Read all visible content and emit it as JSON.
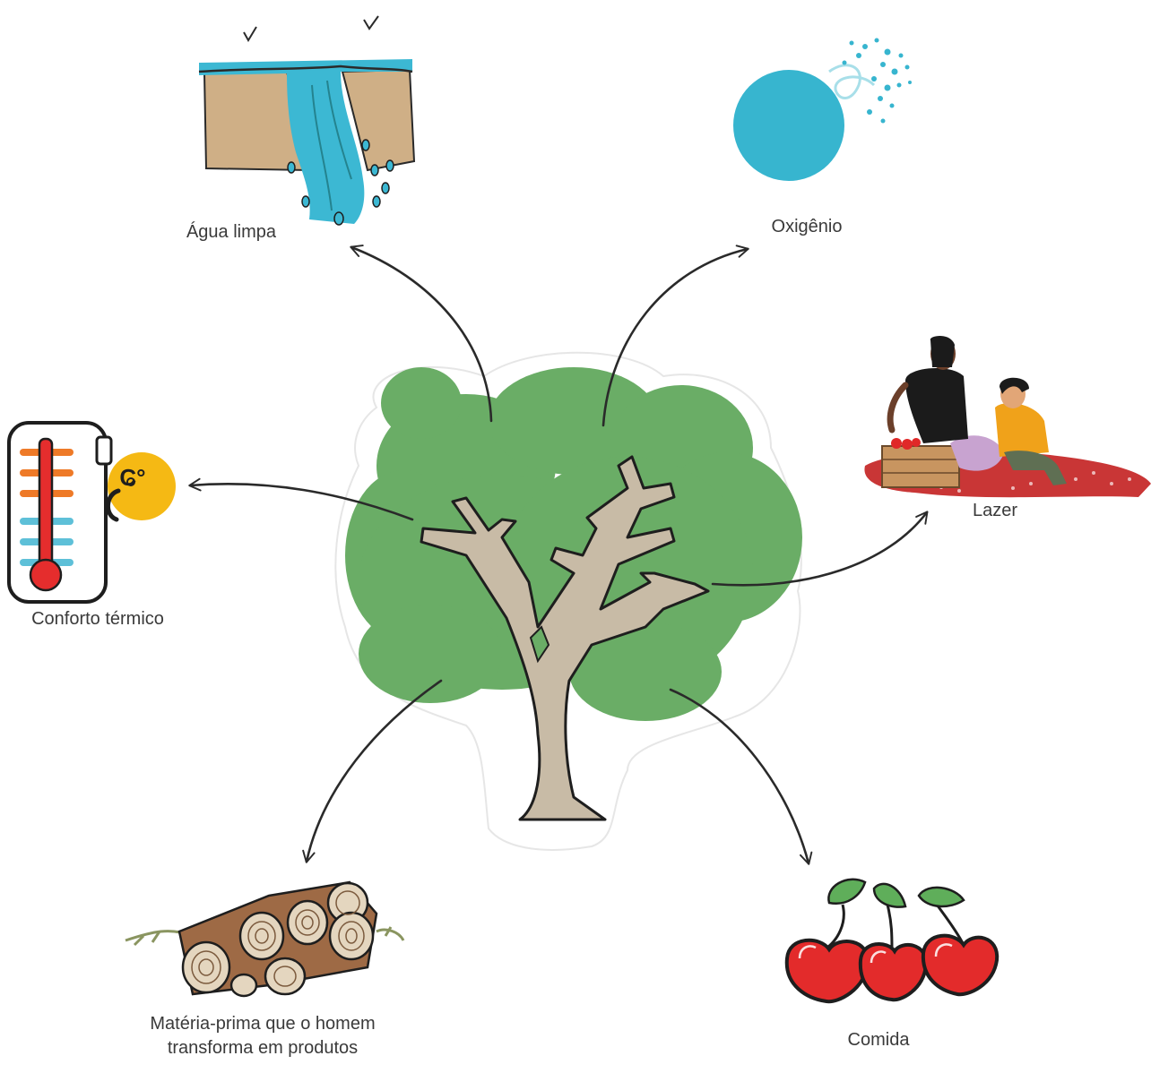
{
  "labels": {
    "agua": "Água limpa",
    "oxigenio": "Oxigênio",
    "lazer": "Lazer",
    "conforto": "Conforto térmico",
    "materia_line1": "Matéria-prima que o homem",
    "materia_line2": "transforma em produtos",
    "comida": "Comida",
    "celsius": "C°"
  },
  "icons": {
    "center": "tree-icon",
    "agua": "waterfall-icon",
    "oxigenio": "oxygen-bubble-icon",
    "lazer": "picnic-family-icon",
    "conforto": "thermometer-sun-icon",
    "materia": "wood-logs-icon",
    "comida": "cherries-icon"
  },
  "colors": {
    "canopy": "#6aad66",
    "trunk": "#c8bba6",
    "outline": "#1e1e1e",
    "water": "#3cb8d3",
    "earth": "#cfaf86",
    "oxygen": "#37b5cf",
    "sun": "#f5b914",
    "thermo_red": "#e52d2d",
    "thermo_orange": "#ee7a28",
    "thermo_blue": "#5ec0d8",
    "cherry": "#e32b2b",
    "leaf": "#5fae5a",
    "wood": "#9e6a45",
    "blanket": "#c93636",
    "text": "#3a3a3a"
  }
}
